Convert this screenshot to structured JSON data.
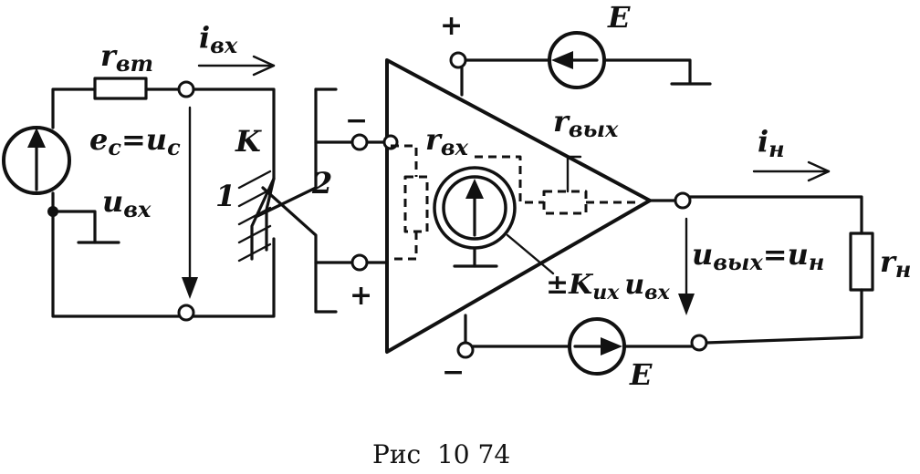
{
  "labels": {
    "r_internal": "r",
    "r_internal_sub": "вт",
    "i_in": "i",
    "i_in_sub": "вх",
    "e_source": "e",
    "e_source_sub": "c",
    "eq1": "=",
    "u_source": "u",
    "u_source_sub": "c",
    "u_in": "u",
    "u_in_sub": "вх",
    "switch_k": "K",
    "contact_1": "1",
    "contact_2": "2",
    "r_in": "r",
    "r_in_sub": "вх",
    "r_out": "r",
    "r_out_sub": "вых",
    "i_load": "i",
    "i_load_sub": "н",
    "u_out": "u",
    "u_out_sub": "вых",
    "eq2": "=",
    "u_load": "u",
    "u_load_sub": "н",
    "r_load": "r",
    "r_load_sub": "н",
    "gain_pm": "±",
    "gain_k": "K",
    "gain_k_sub": "uх",
    "gain_u": "u",
    "gain_u_sub": "вх",
    "supply_top": "E",
    "supply_bottom": "E",
    "plus_top": "+",
    "minus_bottom": "−",
    "inv_sign": "−",
    "noninv_sign": "+"
  },
  "caption": "Рис  10 74"
}
